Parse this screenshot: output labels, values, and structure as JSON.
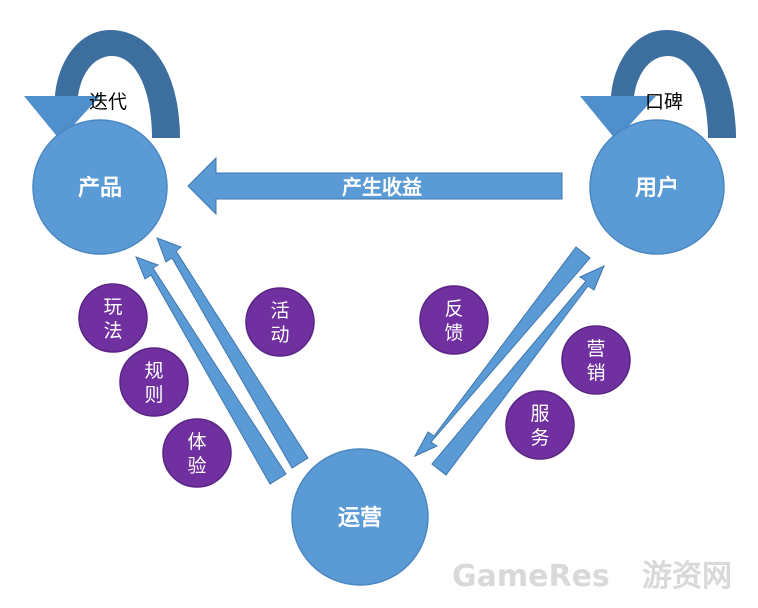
{
  "colors": {
    "node_fill": "#5b9bd5",
    "node_stroke": "#4a87bf",
    "arrow_fill": "#5b9bd5",
    "arrow_stroke": "#3e77ad",
    "loop_fill": "#4f8fcb",
    "loop_dark": "#3d6f9e",
    "tag_fill": "#7030a0",
    "tag_stroke": "#5a2585",
    "node_text": "#ffffff",
    "label_text": "#000000",
    "watermark": "#d9d9d9"
  },
  "nodes": {
    "product": "产品",
    "user": "用户",
    "operation": "运营"
  },
  "loops": {
    "product_label": "迭代",
    "user_label": "口碑"
  },
  "arrows": {
    "revenue_label": "产生收益"
  },
  "tags": {
    "gameplay": [
      "玩",
      "法"
    ],
    "rules": [
      "规",
      "则"
    ],
    "experience": [
      "体",
      "验"
    ],
    "activity": [
      "活",
      "动"
    ],
    "feedback": [
      "反",
      "馈"
    ],
    "marketing": [
      "营",
      "销"
    ],
    "service": [
      "服",
      "务"
    ]
  },
  "watermark": {
    "brand": "GameRes",
    "suffix": "游资网"
  }
}
